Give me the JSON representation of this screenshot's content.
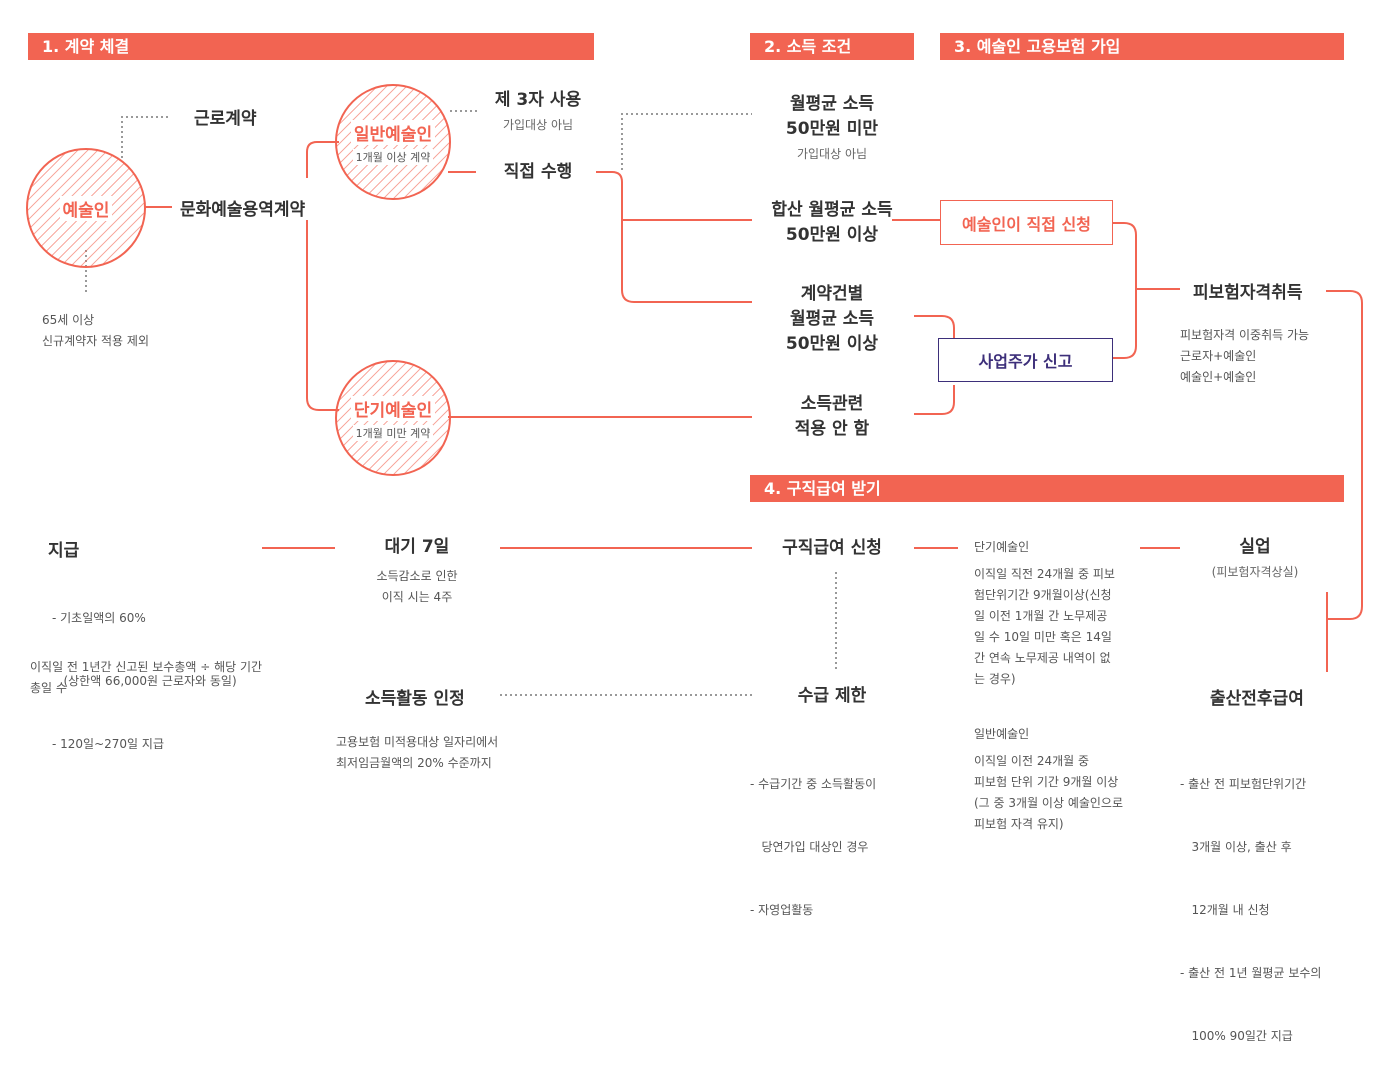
{
  "headers": {
    "step1": "1. 계약 체결",
    "step2": "2. 소득 조건",
    "step3": "3. 예술인 고용보험 가입",
    "step4": "4. 구직급여 받기"
  },
  "artist": {
    "label": "예술인",
    "note": [
      "65세 이상",
      "신규계약자 적용 제외"
    ]
  },
  "contracts": {
    "labor": "근로계약",
    "culture": "문화예술용역계약"
  },
  "general_artist": {
    "title": "일반예술인",
    "sub": "1개월 이상 계약"
  },
  "short_artist": {
    "title": "단기예술인",
    "sub": "1개월 미만 계약"
  },
  "third_party": {
    "title": "제 3자 사용",
    "sub": "가입대상 아님"
  },
  "direct": {
    "title": "직접 수행"
  },
  "income": {
    "below": {
      "title": "월평균 소득\n50만원 미만",
      "sub": "가입대상 아님"
    },
    "sum": {
      "title": "합산 월평균 소득\n50만원  이상"
    },
    "per_contract": {
      "title": "계약건별\n월평균 소득\n50만원 이상"
    },
    "not_applied": {
      "title": "소득관련\n적용 안 함"
    }
  },
  "apply": {
    "self": "예술인이 직접 신청",
    "employer": "사업주가 신고"
  },
  "acquire": {
    "title": "피보험자격취득",
    "notes": [
      "피보험자격 이중취득 가능",
      "근로자+예술인",
      "예술인+예술인"
    ]
  },
  "benefit": {
    "pay": {
      "title": "지급",
      "items": [
        "- 기초일액의 60%",
        "   (상한액 66,000원 근로자와 동일)",
        "- 120일~270일 지급"
      ],
      "note": [
        "이직일 전 1년간 신고된 보수총액 ÷ 해당 기간",
        "총일 수"
      ]
    },
    "wait": {
      "title": "대기 7일",
      "notes": [
        "소득감소로 인한",
        "이직 시는 4주"
      ]
    },
    "apply": {
      "title": "구직급여 신청"
    },
    "short_cond": {
      "title": "단기예술인",
      "body": [
        "이직일 직전 24개월 중 피보",
        "험단위기간 9개월이상(신청",
        "일 이전 1개월 간 노무제공",
        "일 수 10일 미만 혹은 14일",
        "간 연속 노무제공 내역이 없",
        "는 경우)"
      ]
    },
    "general_cond": {
      "title": "일반예술인",
      "body": [
        "이직일 이전 24개월 중",
        "피보험 단위 기간 9개월 이상",
        "(그 중 3개월 이상 예술인으로",
        "피보험 자격 유지)"
      ]
    },
    "unemployed": {
      "title": "실업",
      "sub": "(피보험자격상실)"
    },
    "income_activity": {
      "title": "소득활동 인정",
      "notes": [
        "고용보험 미적용대상 일자리에서",
        "최저임금월액의 20% 수준까지"
      ]
    },
    "limit": {
      "title": "수급 제한",
      "items": [
        "- 수급기간 중 소득활동이",
        "   당연가입 대상인 경우",
        "- 자영업활동"
      ]
    },
    "maternity": {
      "title": "출산전후급여",
      "items": [
        "- 출산 전 피보험단위기간",
        "   3개월 이상, 출산 후",
        "   12개월 내 신청",
        "- 출산 전 1년 월평균 보수의",
        "   100% 90일간 지급"
      ]
    }
  },
  "colors": {
    "accent": "#f26452",
    "purple": "#3d2f7a",
    "dotted": "#999999"
  }
}
